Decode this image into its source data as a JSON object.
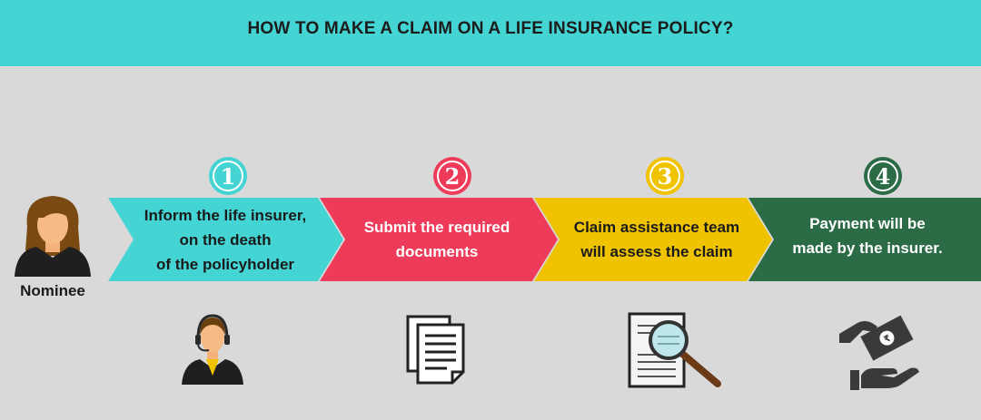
{
  "header": {
    "title": "HOW TO MAKE A CLAIM ON A LIFE INSURANCE POLICY?"
  },
  "nominee": {
    "label": "Nominee"
  },
  "steps": [
    {
      "number": "1",
      "lines": [
        "Inform the life insurer,",
        "on the death",
        "of the policyholder"
      ],
      "color": "#45d4d4",
      "text_color": "#1a1a1a"
    },
    {
      "number": "2",
      "lines": [
        "Submit the required",
        "documents"
      ],
      "color": "#ef3b5a",
      "text_color": "#ffffff"
    },
    {
      "number": "3",
      "lines": [
        "Claim assistance team",
        "will assess the claim"
      ],
      "color": "#f0c300",
      "text_color": "#1a1a1a"
    },
    {
      "number": "4",
      "lines": [
        "Payment will be",
        "made by the insurer."
      ],
      "color": "#2b6b45",
      "text_color": "#ffffff"
    }
  ],
  "icons": [
    "customer-support-icon",
    "documents-icon",
    "magnifier-document-icon",
    "payment-hand-icon"
  ]
}
